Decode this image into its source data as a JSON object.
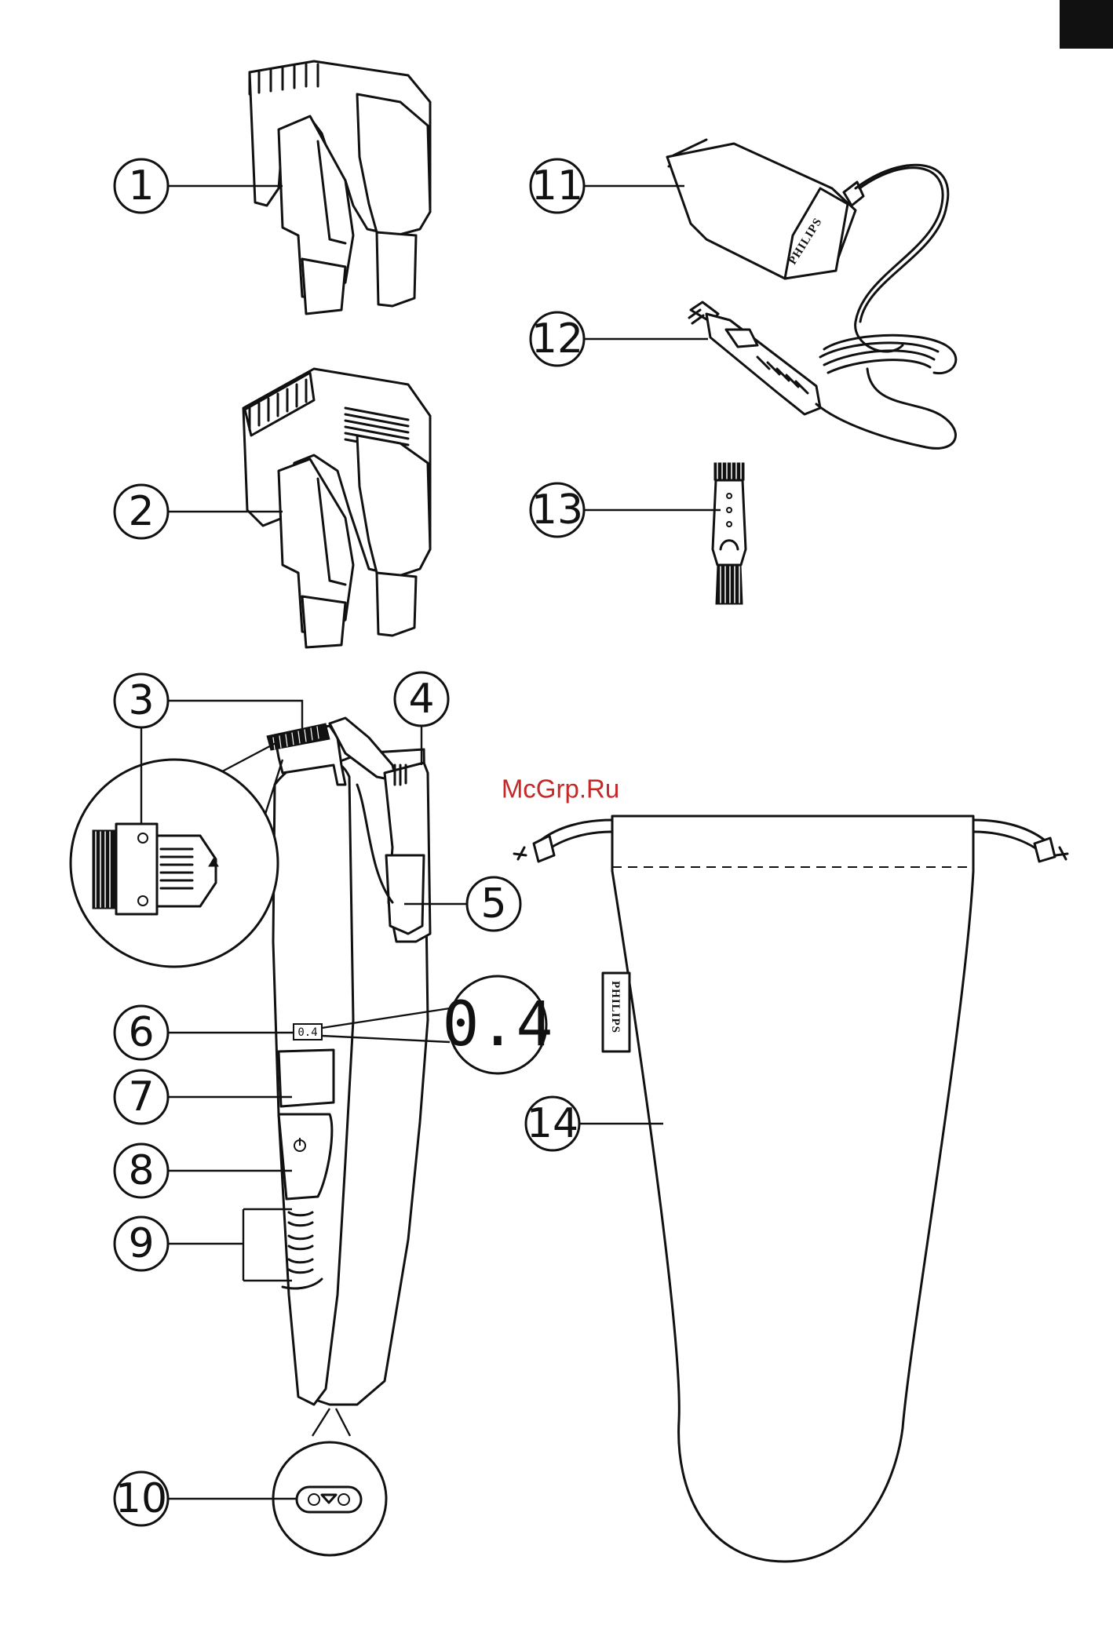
{
  "watermark": "McGrp.Ru",
  "callouts": {
    "c1": "1",
    "c2": "2",
    "c3": "3",
    "c4": "4",
    "c5": "5",
    "c6": "6",
    "c7": "7",
    "c8": "8",
    "c9": "9",
    "c10": "10",
    "c11": "11",
    "c12": "12",
    "c13": "13",
    "c14": "14"
  },
  "display": {
    "zoomed_value": "0.4",
    "device_value": "0.4"
  },
  "brand": {
    "adapter": "PHILIPS",
    "pouch": "PHILIPS"
  },
  "icons": {
    "power": "power-icon",
    "arrow": "triangle-arrow-icon",
    "corner_tab": "black-tab"
  },
  "colors": {
    "line": "#111111",
    "watermark": "#c62828",
    "background": "#ffffff"
  }
}
